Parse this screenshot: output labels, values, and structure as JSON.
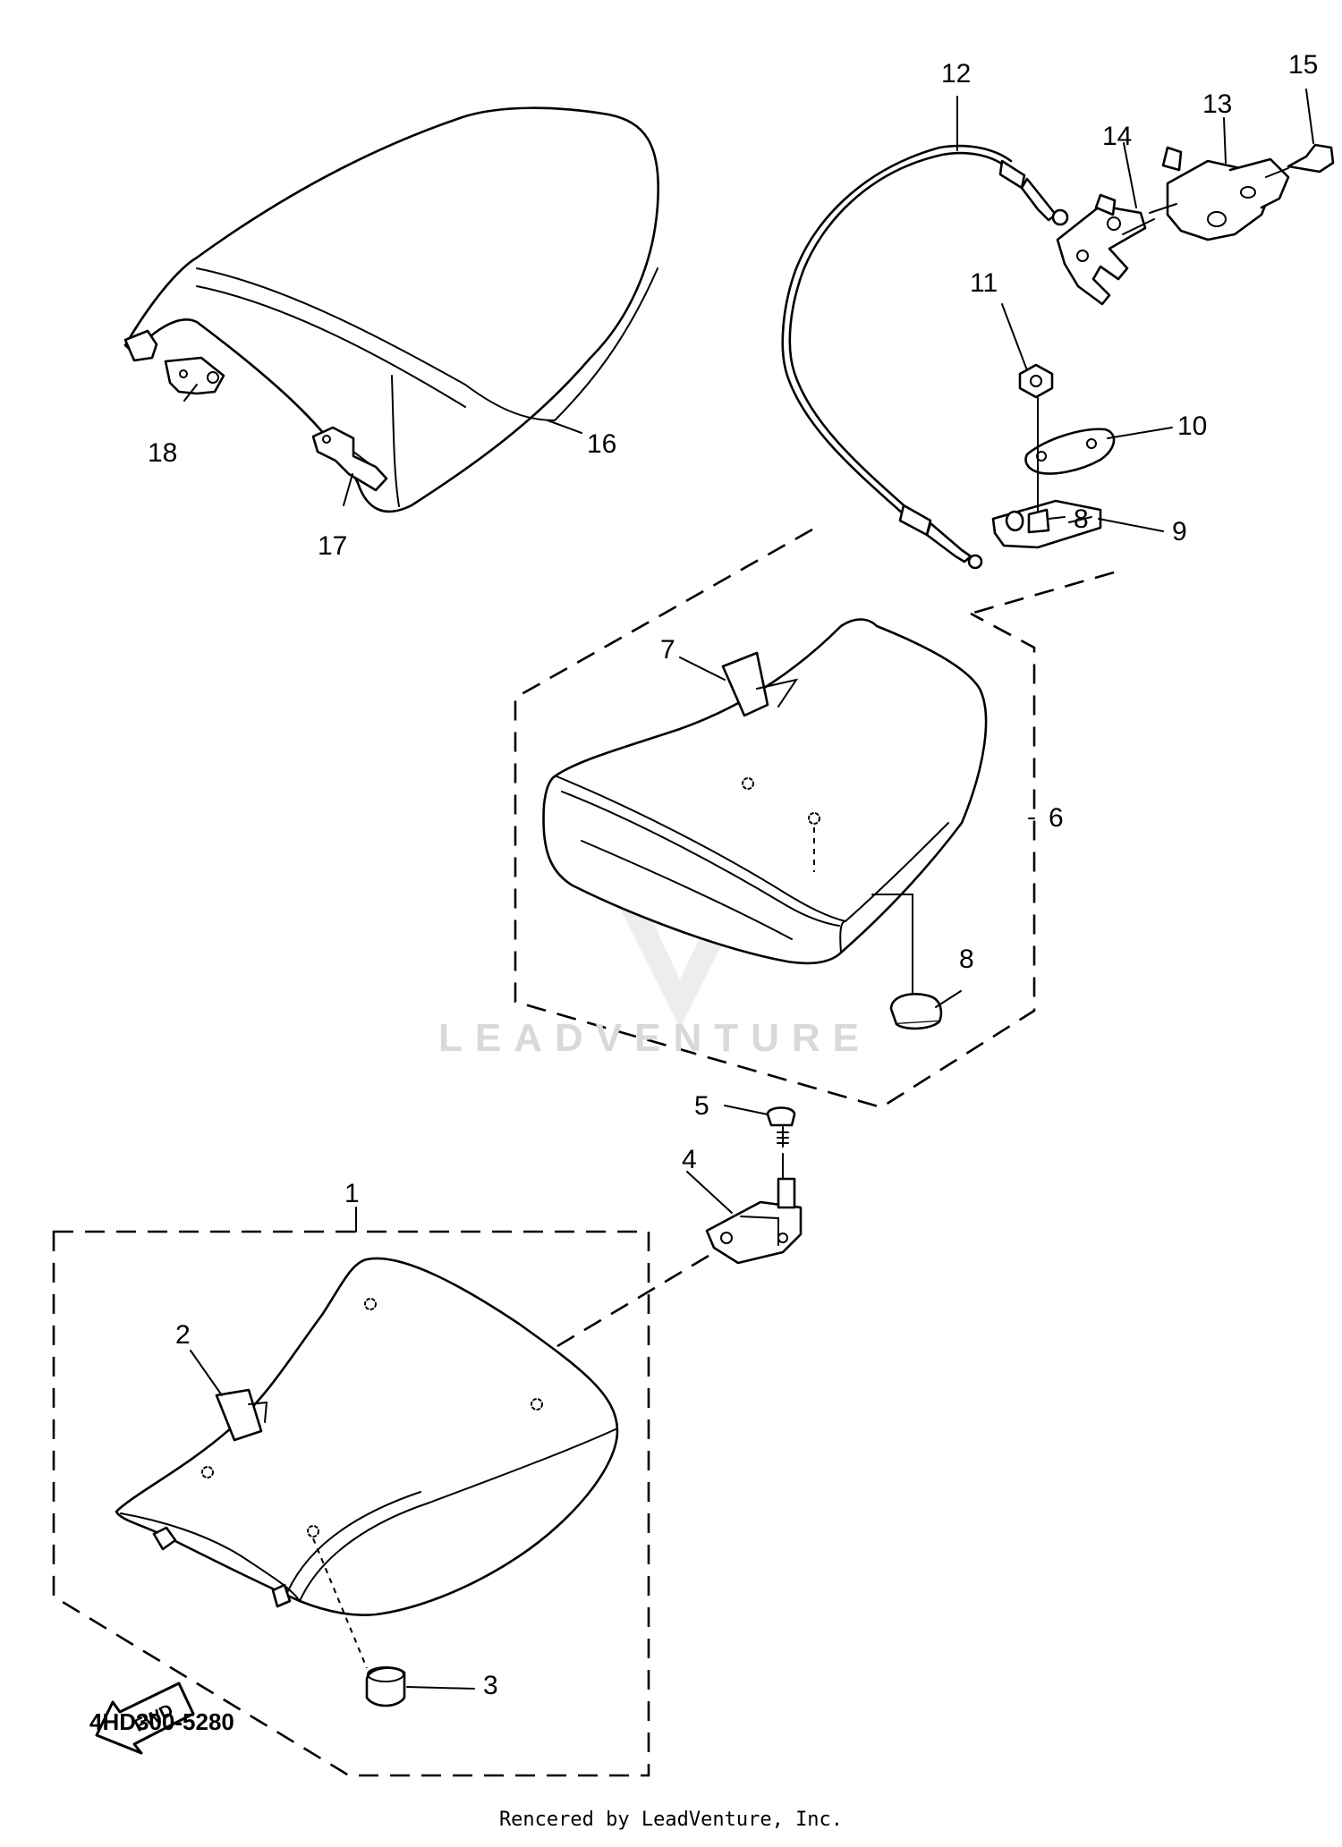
{
  "callouts": [
    "1",
    "2",
    "3",
    "4",
    "5",
    "6",
    "7",
    "8",
    "8",
    "9",
    "10",
    "11",
    "12",
    "13",
    "14",
    "15",
    "16",
    "17",
    "18"
  ],
  "diagram_code": "4HD300-5280",
  "credit": "Rencered by LeadVenture, Inc.",
  "watermark": "LEADVENTURE",
  "fwd_label": "FWD",
  "icons": [
    "fwd-arrow-icon",
    "leadventure-logo-icon"
  ],
  "colors": {
    "line": "#000000",
    "background": "#ffffff",
    "watermark": "#d9d9d9"
  }
}
